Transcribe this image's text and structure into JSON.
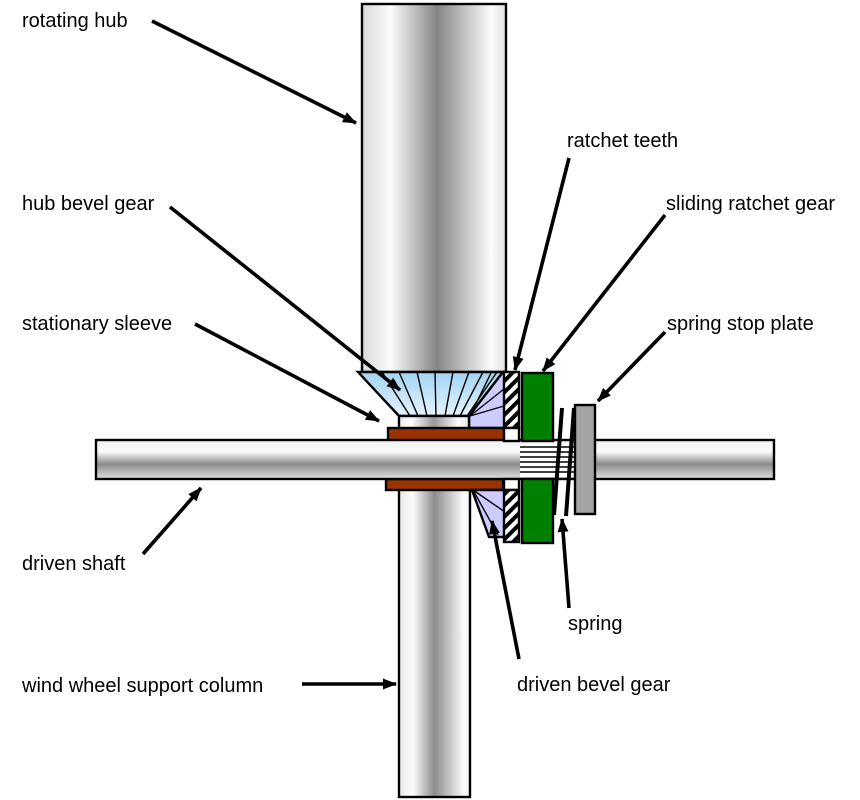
{
  "page": {
    "background": "#FFFFFF"
  },
  "labels": {
    "rotating_hub": "rotating hub",
    "hub_bevel_gear": "hub bevel gear",
    "stationary_sleeve": "stationary sleeve",
    "driven_shaft": "driven shaft",
    "wind_wheel_support_column": "wind wheel support column",
    "ratchet_teeth": "ratchet teeth",
    "sliding_ratchet_gear": "sliding ratchet gear",
    "spring_stop_plate": "spring stop plate",
    "spring": "spring",
    "driven_bevel_gear": "driven bevel gear"
  },
  "colors": {
    "hub_bevel_gear_blue": "#A6D5F3",
    "driven_gear_lavender": "#CCCCFF",
    "sleeve_brown": "#993300",
    "ratchet_gear_green": "#008000",
    "stop_plate_gray": "#A3A3A3",
    "outline_black": "#000000"
  }
}
